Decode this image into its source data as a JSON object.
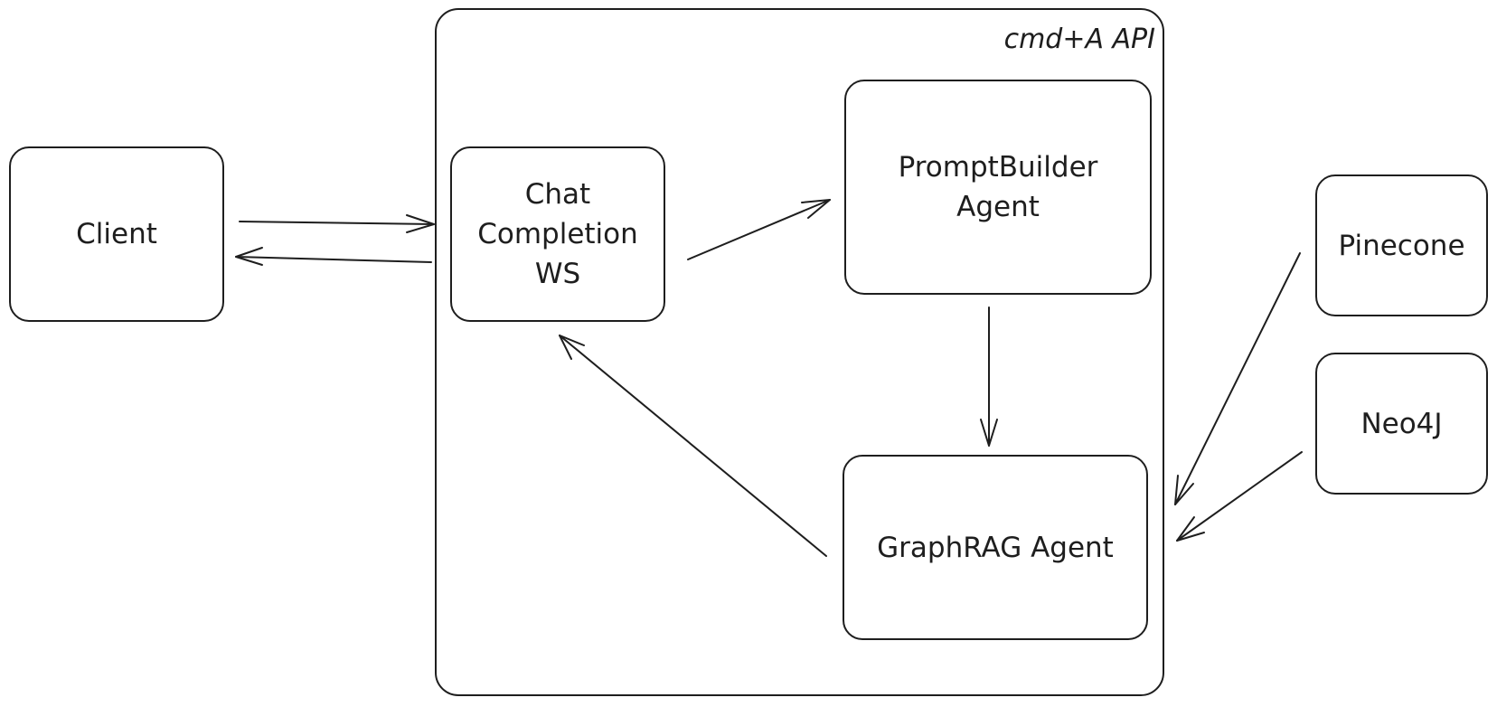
{
  "diagram": {
    "boundary_label": "cmd+A API",
    "nodes": {
      "client": "Client",
      "chat_ws": "Chat\nCompletion\nWS",
      "prompt_builder": "PromptBuilder\nAgent",
      "graphrag": "GraphRAG Agent",
      "pinecone": "Pinecone",
      "neo4j": "Neo4J"
    },
    "edges": [
      {
        "from": "Client",
        "to": "Chat Completion WS"
      },
      {
        "from": "Chat Completion WS",
        "to": "Client"
      },
      {
        "from": "Chat Completion WS",
        "to": "PromptBuilder Agent"
      },
      {
        "from": "PromptBuilder Agent",
        "to": "GraphRAG Agent"
      },
      {
        "from": "GraphRAG Agent",
        "to": "Chat Completion WS"
      },
      {
        "from": "Pinecone",
        "to": "GraphRAG Agent"
      },
      {
        "from": "Neo4J",
        "to": "GraphRAG Agent"
      }
    ]
  }
}
